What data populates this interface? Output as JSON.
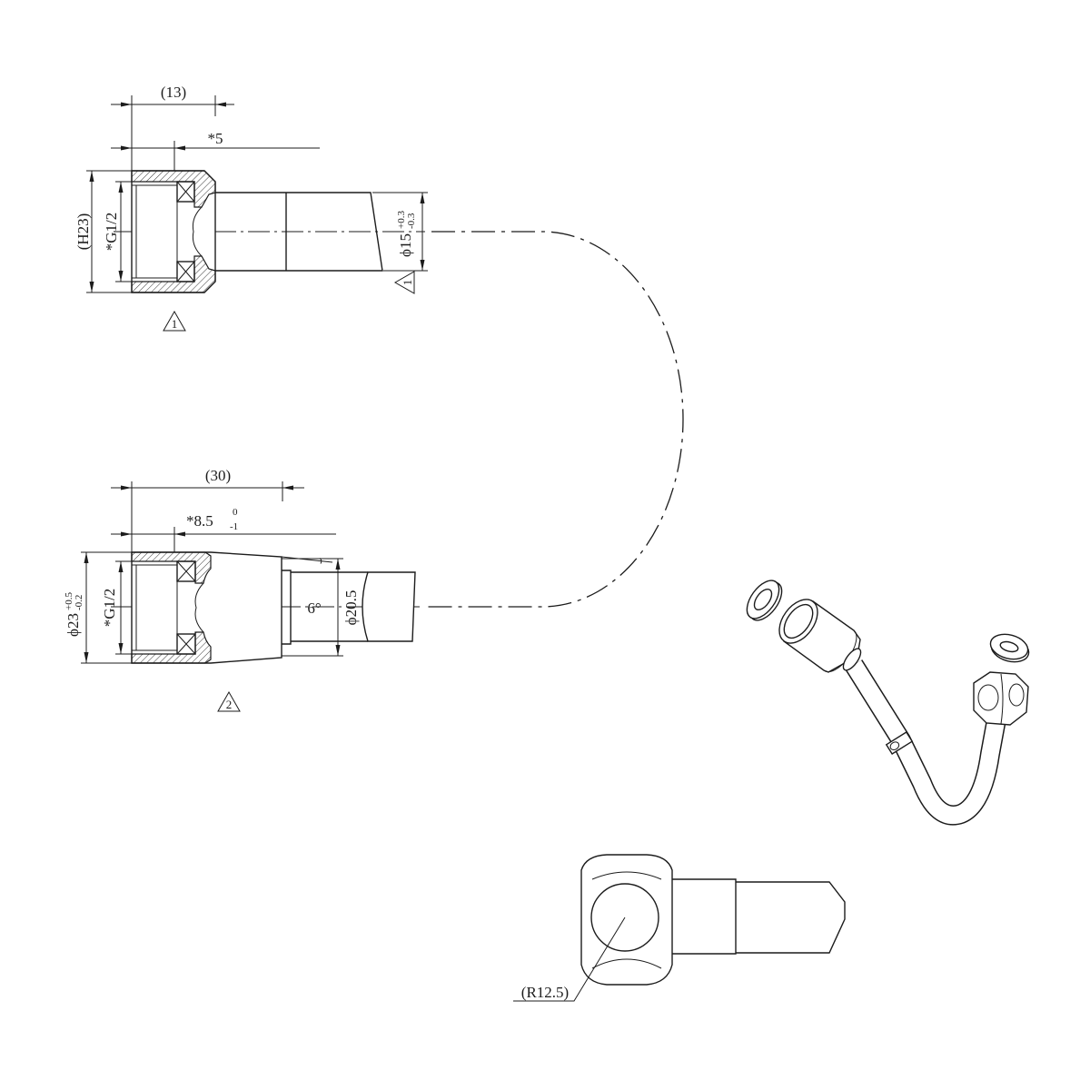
{
  "drawing": {
    "top_fitting": {
      "dim_length": "(13)",
      "dim_thread_depth": "*5",
      "dim_height": "(H23)",
      "dim_thread": "*G1/2",
      "dim_hose_diameter": {
        "base": "ϕ15",
        "upper": "+0.3",
        "lower": "-0.3"
      },
      "marker_nut": "1",
      "marker_hose": "1"
    },
    "bottom_fitting": {
      "dim_length": "(30)",
      "dim_thread_depth": {
        "base": "*8.5",
        "upper": "0",
        "lower": "-1"
      },
      "dim_outer_diameter": {
        "base": "ϕ23",
        "upper": "+0.5",
        "lower": "-0.2"
      },
      "dim_thread": "*G1/2",
      "dim_angle": "6°",
      "dim_sleeve_diameter": "ϕ20.5",
      "marker_nut": "2"
    },
    "elbow_detail": {
      "dim_radius": "(R12.5)"
    }
  },
  "colors": {
    "line": "#1c1c1c",
    "background": "#ffffff"
  }
}
